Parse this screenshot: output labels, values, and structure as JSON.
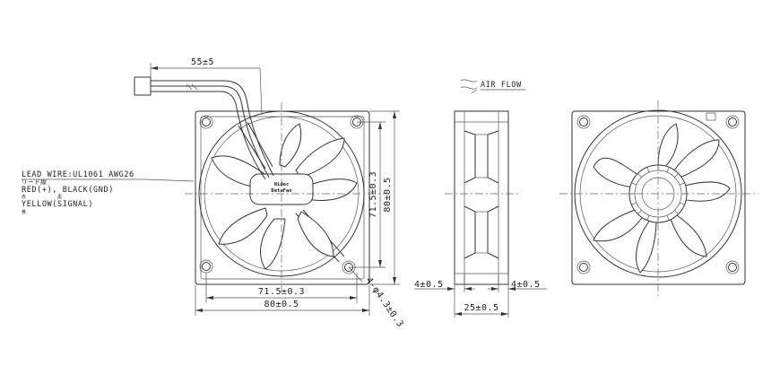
{
  "dimensions": {
    "lead_length": "55±5",
    "mount_width": "71.5±0.3",
    "overall_width": "80±0.5",
    "mount_height": "71.5±0.3",
    "overall_height": "80±0.5",
    "holes": "4-φ4.3±0.3",
    "frame_left": "4±0.5",
    "frame_right": "4±0.5",
    "depth": "25±0.5"
  },
  "labels": {
    "air_flow": "AIR FLOW",
    "lead_wire": "LEAD WIRE:UL1061 AWG26",
    "lead_wire_jp": "リード線",
    "wire_red_black": "RED(+), BLACK(GND)",
    "wire_yellow": "YELLOW(SIGNAL)",
    "jp_red": "赤",
    "jp_black": "黒",
    "jp_yellow": "黄",
    "hub_brand_top": "Nidec",
    "hub_brand_bottom": "BetaFan"
  }
}
